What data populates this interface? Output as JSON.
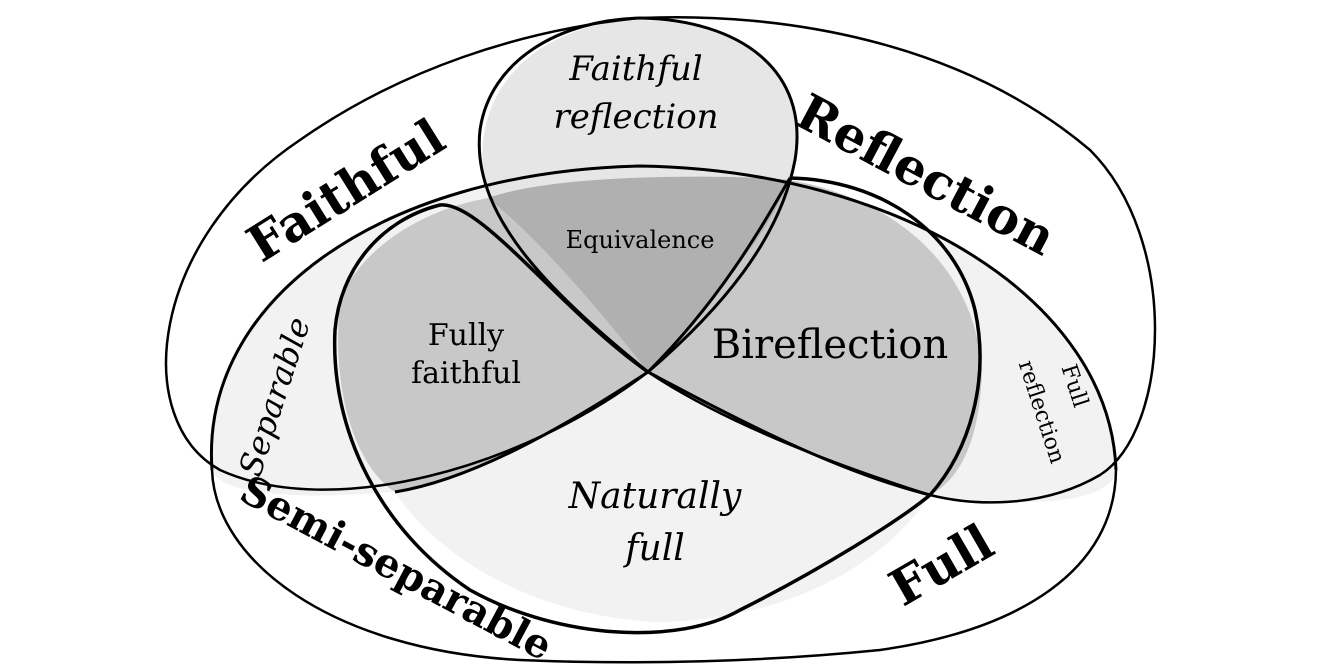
{
  "diagram": {
    "colors": {
      "outline": "#000000",
      "light_fill": "#f2f2f2",
      "mid_fill": "#e6e6e6",
      "dark_fill": "#c8c8c8",
      "center_fill": "#b0b0b0"
    },
    "outer_labels": {
      "faithful": "Faithful",
      "reflection": "Reflection",
      "semi_separable": "Semi-separable",
      "full": "Full"
    },
    "region_labels": {
      "faithful_reflection_line1": "Faithful",
      "faithful_reflection_line2": "reflection",
      "equivalence": "Equivalence",
      "fully_faithful_line1": "Fully",
      "fully_faithful_line2": "faithful",
      "bireflection": "Bireflection",
      "separable": "Separable",
      "full_reflection_line1": "Full",
      "full_reflection_line2": "reflection",
      "naturally_full_line1": "Naturally",
      "naturally_full_line2": "full"
    }
  }
}
